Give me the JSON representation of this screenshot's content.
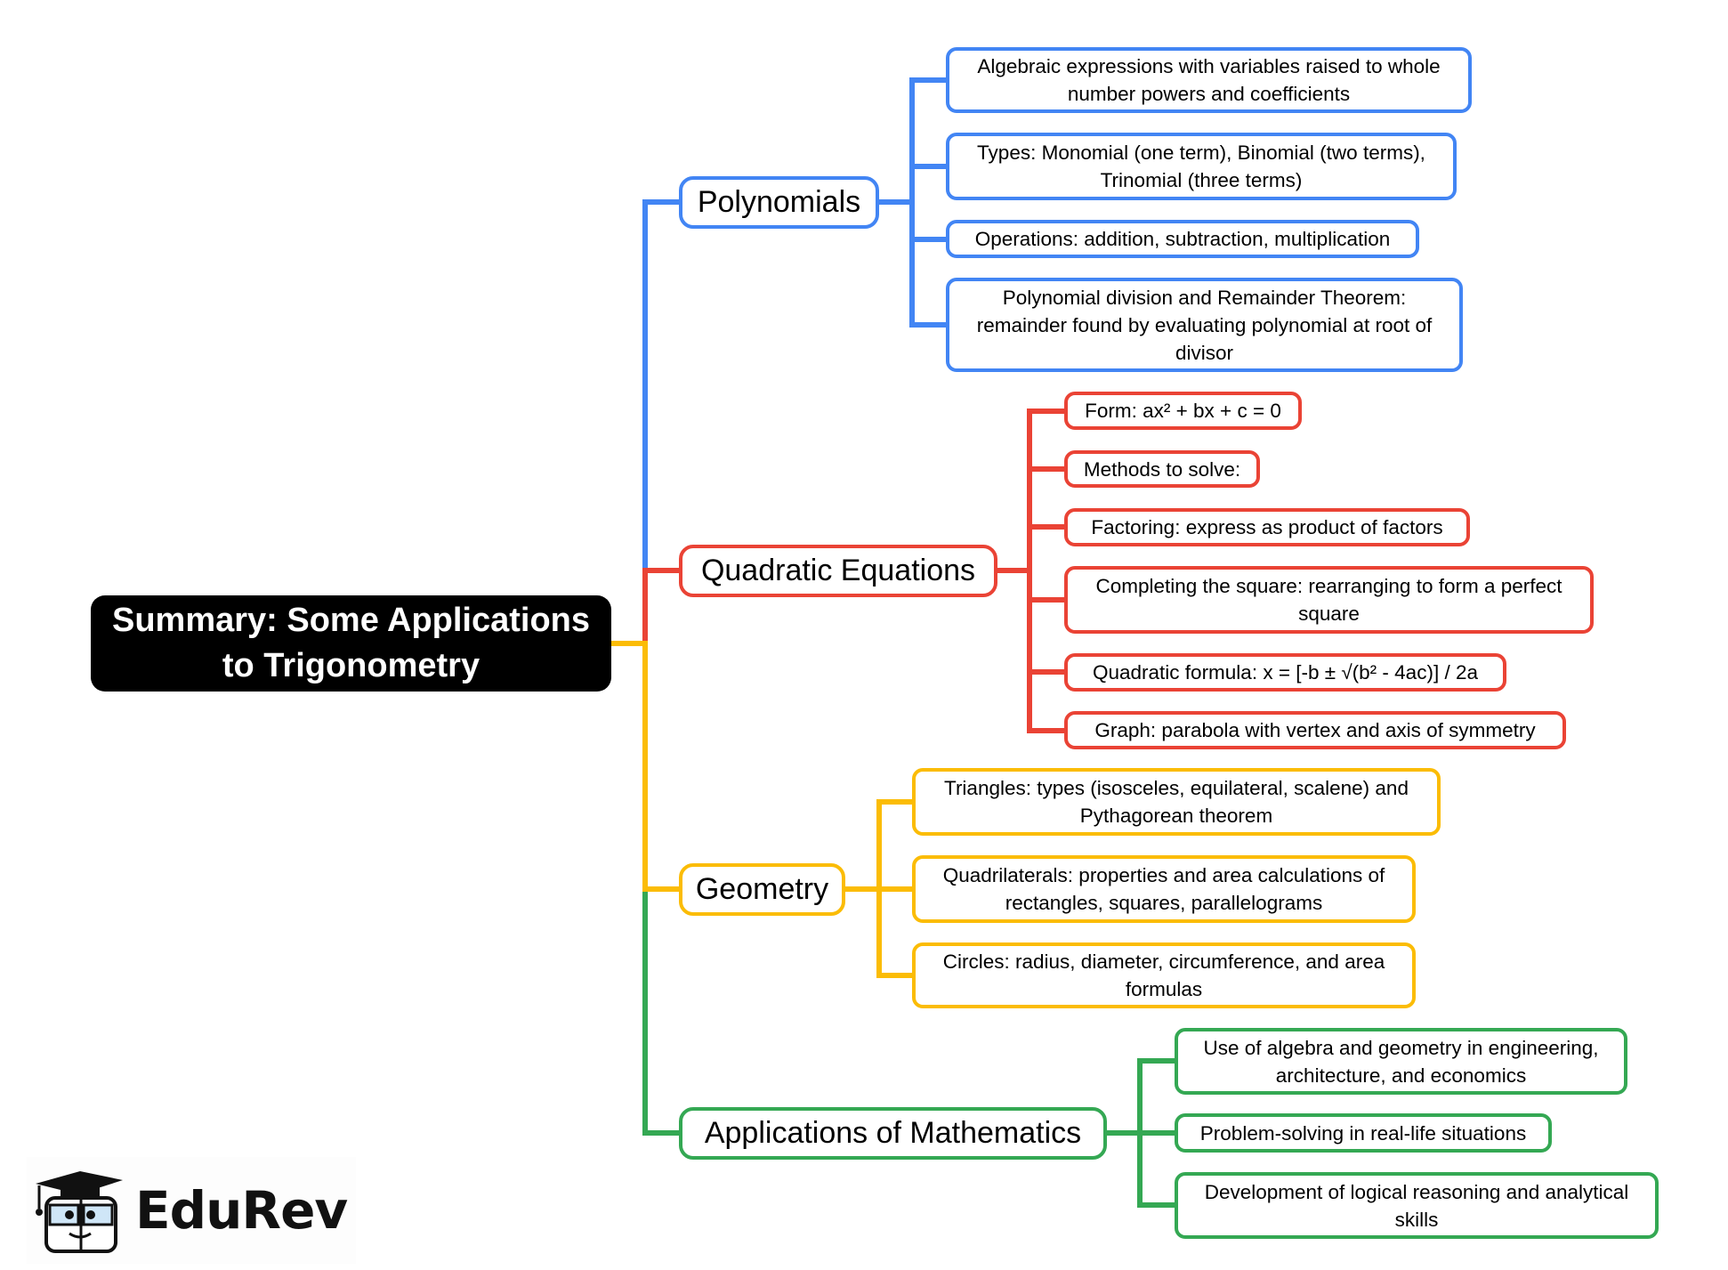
{
  "colors": {
    "polynomials": "#4285F4",
    "quadratic": "#EA4335",
    "geometry": "#FBBC05",
    "applications": "#34A853",
    "root_bg": "#000000"
  },
  "root": {
    "title_line1": "Summary: Some Applications",
    "title_line2": "to Trigonometry"
  },
  "branches": [
    {
      "key": "polynomials",
      "label": "Polynomials",
      "children": [
        "Algebraic expressions with variables raised to whole number powers and coefficients",
        "Types: Monomial (one term), Binomial (two terms), Trinomial (three terms)",
        "Operations: addition, subtraction, multiplication",
        "Polynomial division and Remainder Theorem: remainder found by evaluating polynomial at root of divisor"
      ]
    },
    {
      "key": "quadratic",
      "label": "Quadratic Equations",
      "children": [
        "Form: ax² + bx + c = 0",
        "Methods to solve:",
        "Factoring: express as product of factors",
        "Completing the square: rearranging to form a perfect square",
        "Quadratic formula: x = [-b ± √(b² - 4ac)] / 2a",
        "Graph: parabola with vertex and axis of symmetry"
      ]
    },
    {
      "key": "geometry",
      "label": "Geometry",
      "children": [
        "Triangles: types (isosceles, equilateral, scalene) and Pythagorean theorem",
        "Quadrilaterals: properties and area calculations of rectangles, squares, parallelograms",
        "Circles: radius, diameter, circumference, and area formulas"
      ]
    },
    {
      "key": "applications",
      "label": "Applications of Mathematics",
      "children": [
        "Use of algebra and geometry in engineering, architecture, and economics",
        "Problem-solving in real-life situations",
        "Development of logical reasoning and analytical skills"
      ]
    }
  ],
  "logo": {
    "text": "EduRev",
    "icon": "graduate-mascot-icon"
  }
}
